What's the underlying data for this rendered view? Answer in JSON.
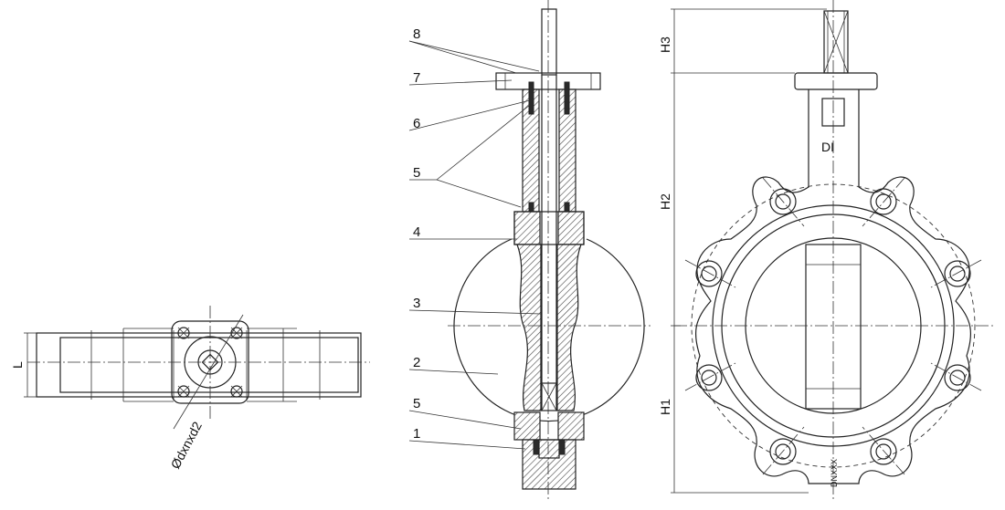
{
  "callouts": {
    "c8": "8",
    "c7": "7",
    "c6": "6",
    "c5a": "5",
    "c4": "4",
    "c3": "3",
    "c2": "2",
    "c5b": "5",
    "c1": "1"
  },
  "dimensions": {
    "L": "L",
    "bolt": "Ødxnxd2",
    "H3": "H3",
    "H2": "H2",
    "H1": "H1",
    "DI": "DI",
    "DN": "DNXXX"
  }
}
